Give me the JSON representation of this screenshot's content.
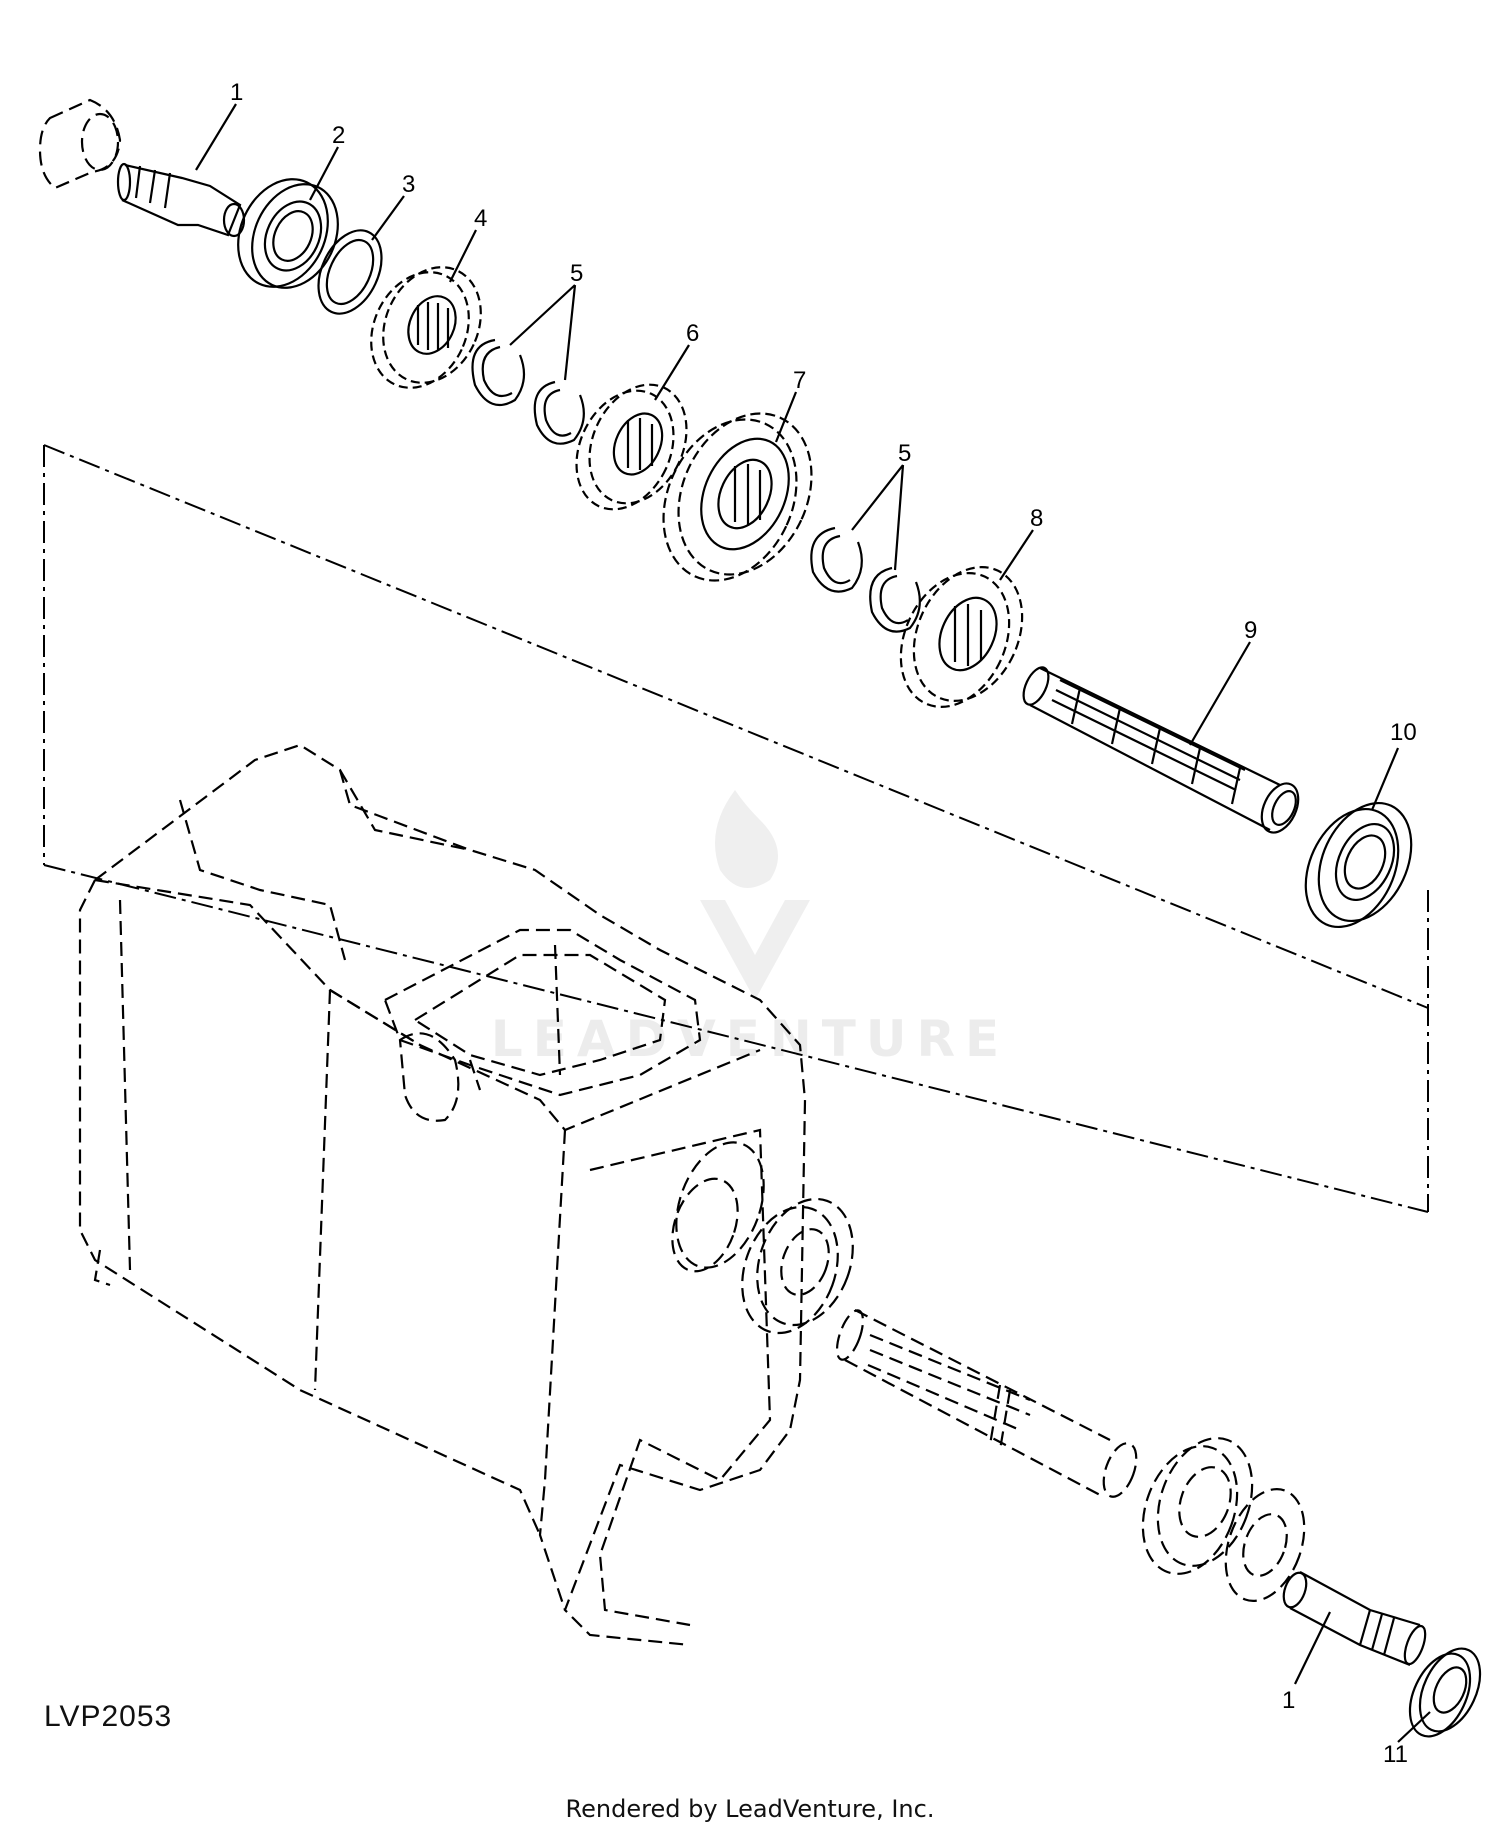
{
  "figure_id": "LVP2053",
  "footer": "Rendered by LeadVenture, Inc.",
  "watermark": "LEADVENTURE",
  "callouts": [
    {
      "label": "1"
    },
    {
      "label": "2"
    },
    {
      "label": "3"
    },
    {
      "label": "4"
    },
    {
      "label": "5"
    },
    {
      "label": "6"
    },
    {
      "label": "7"
    },
    {
      "label": "5"
    },
    {
      "label": "8"
    },
    {
      "label": "9"
    },
    {
      "label": "10"
    },
    {
      "label": "1"
    },
    {
      "label": "11"
    }
  ],
  "colors": {
    "line": "#000000",
    "watermark": "#ececec",
    "background": "#ffffff"
  }
}
